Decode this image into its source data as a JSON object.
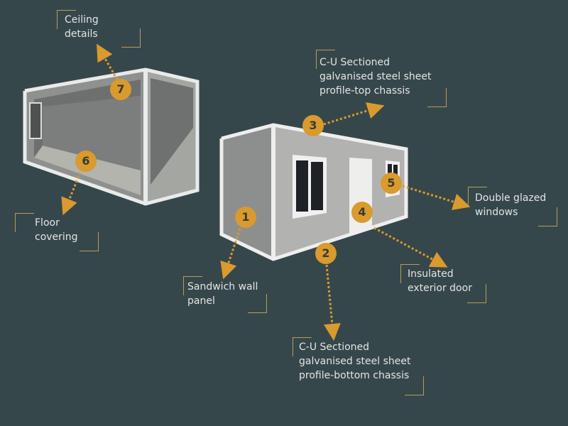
{
  "colors": {
    "background": "#36474b",
    "accent": "#d99a2e",
    "text": "#e4e4e2"
  },
  "callouts": [
    {
      "number": "1",
      "label": "Sandwich wall\npanel"
    },
    {
      "number": "2",
      "label": "C-U Sectioned\ngalvanised steel sheet\nprofile-bottom chassis"
    },
    {
      "number": "3",
      "label": "C-U Sectioned\ngalvanised steel sheet\nprofile-top chassis"
    },
    {
      "number": "4",
      "label": "Insulated\nexterior door"
    },
    {
      "number": "5",
      "label": "Double glazed\nwindows"
    },
    {
      "number": "6",
      "label": "Floor\ncovering"
    },
    {
      "number": "7",
      "label": "Ceiling\ndetails"
    }
  ]
}
